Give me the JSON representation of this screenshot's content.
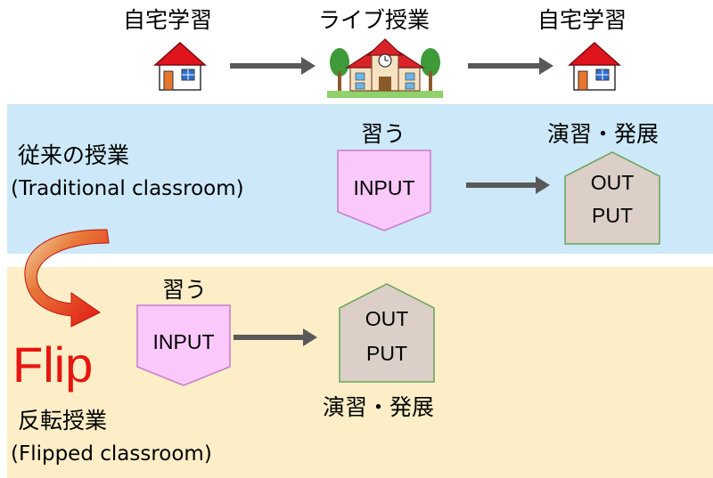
{
  "top_row": {
    "left_label": "自宅学習",
    "center_label": "ライブ授業",
    "right_label": "自宅学習"
  },
  "traditional": {
    "title": "従来の授業",
    "subtitle": "(Traditional classroom)",
    "input_caption": "習う",
    "input_label": "INPUT",
    "output_caption": "演習・発展",
    "output_line1": "OUT",
    "output_line2": "PUT"
  },
  "flipped": {
    "flip_word": "Flip",
    "title": "反転授業",
    "subtitle": "(Flipped classroom)",
    "input_caption": "習う",
    "input_label": "INPUT",
    "output_caption": "演習・発展",
    "output_line1": "OUT",
    "output_line2": "PUT"
  },
  "colors": {
    "traditional_band": "#cde9f9",
    "flipped_band": "#fdeec7",
    "input_fill": "#fbc8fb",
    "output_fill": "#dbcfc8",
    "arrow": "#595959",
    "flip_red": "#e8150f"
  },
  "icons": [
    "house-icon",
    "school-building-icon",
    "house-icon",
    "curved-flip-arrow-icon"
  ]
}
